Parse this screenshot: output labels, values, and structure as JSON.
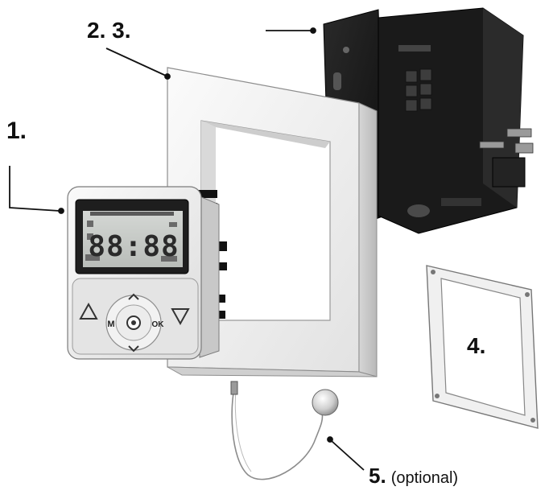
{
  "labels": {
    "part_1": "1.",
    "part_2_3": "2. 3.",
    "part_4": "4.",
    "part_5": "5.",
    "part_5_note": "(optional)"
  },
  "colors": {
    "ink": "#111111",
    "frame_white": "#f3f3f3",
    "frame_shadow": "#c9c9c9",
    "insert_black": "#1c1c1c",
    "lcd_bg": "#c8ccc8",
    "lcd_digits": "#2a2a2a",
    "sensor_grey": "#bdbdbd"
  },
  "icons": [
    "up-triangle-icon",
    "down-triangle-icon",
    "caret-up-icon",
    "caret-down-icon",
    "center-dot-icon"
  ],
  "device": {
    "display_digits": "88:88",
    "key_menu": "M",
    "key_ok": "OK"
  }
}
